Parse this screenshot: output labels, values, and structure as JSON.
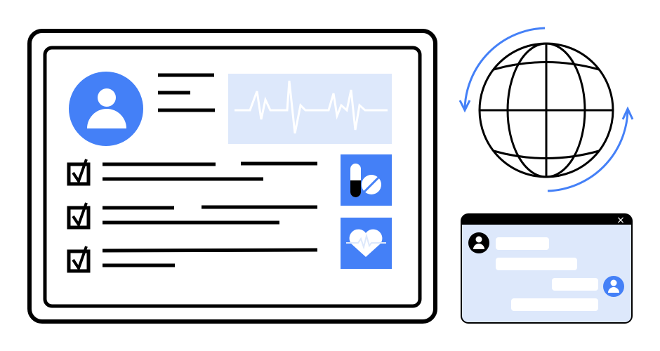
{
  "colors": {
    "accent": "#4480f7",
    "light": "#dde8fb",
    "ink": "#000000",
    "background": "#ffffff"
  },
  "tablet": {
    "avatar_icon": "user-icon",
    "checklist": [
      {
        "checked": true
      },
      {
        "checked": true
      },
      {
        "checked": true
      }
    ],
    "icons": [
      "pills-icon",
      "heart-pulse-icon",
      "ecg-waveform-icon",
      "checkbox-checked-icon"
    ]
  },
  "globe": {
    "icon": "globe-icon",
    "arrows": "sync-arrows-icon"
  },
  "chat_window": {
    "close_label": "×",
    "messages": [
      {
        "side": "left"
      },
      {
        "side": "left"
      },
      {
        "side": "right"
      },
      {
        "side": "right"
      }
    ]
  }
}
